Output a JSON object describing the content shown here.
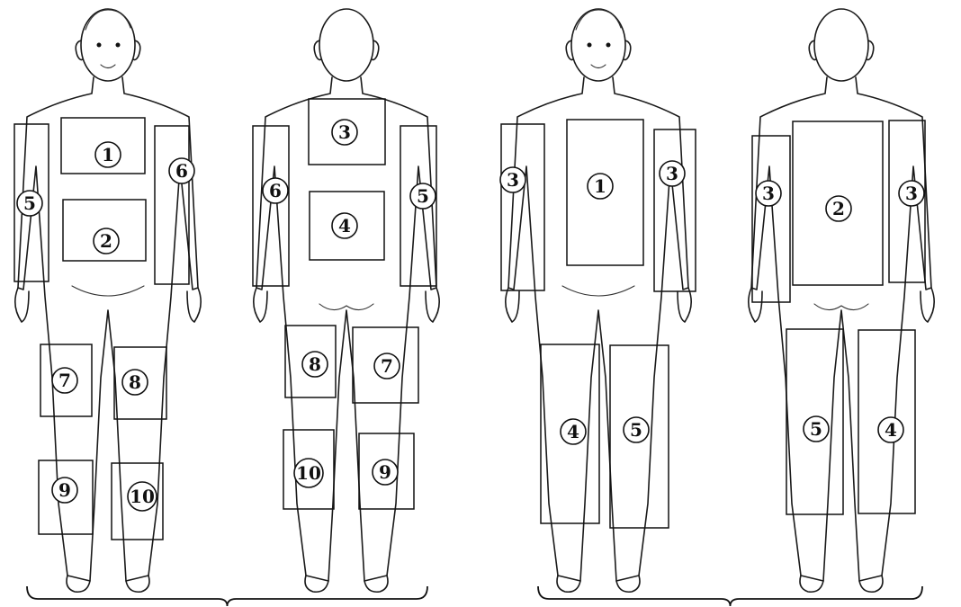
{
  "figures": [
    {
      "id": "figure-1",
      "view": "front",
      "zones": [
        {
          "label": "1",
          "shape": "trunk"
        },
        {
          "label": "2",
          "shape": "trunk"
        },
        {
          "label": "5",
          "shape": "arm"
        },
        {
          "label": "6",
          "shape": "arm"
        },
        {
          "label": "7",
          "shape": "leg"
        },
        {
          "label": "8",
          "shape": "leg"
        },
        {
          "label": "9",
          "shape": "leg"
        },
        {
          "label": "10",
          "shape": "leg"
        }
      ]
    },
    {
      "id": "figure-2",
      "view": "back",
      "zones": [
        {
          "label": "3",
          "shape": "trunk"
        },
        {
          "label": "4",
          "shape": "trunk"
        },
        {
          "label": "6",
          "shape": "arm"
        },
        {
          "label": "5",
          "shape": "arm"
        },
        {
          "label": "8",
          "shape": "leg"
        },
        {
          "label": "7",
          "shape": "leg"
        },
        {
          "label": "10",
          "shape": "leg"
        },
        {
          "label": "9",
          "shape": "leg"
        }
      ]
    },
    {
      "id": "figure-3",
      "view": "front",
      "zones": [
        {
          "label": "1",
          "shape": "trunk"
        },
        {
          "label": "3",
          "shape": "arm"
        },
        {
          "label": "3",
          "shape": "arm"
        },
        {
          "label": "4",
          "shape": "leg"
        },
        {
          "label": "5",
          "shape": "leg"
        }
      ]
    },
    {
      "id": "figure-4",
      "view": "back",
      "zones": [
        {
          "label": "2",
          "shape": "trunk"
        },
        {
          "label": "3",
          "shape": "arm"
        },
        {
          "label": "3",
          "shape": "arm"
        },
        {
          "label": "5",
          "shape": "leg"
        },
        {
          "label": "4",
          "shape": "leg"
        }
      ]
    }
  ],
  "groups": [
    {
      "id": "group-left"
    },
    {
      "id": "group-right"
    }
  ]
}
